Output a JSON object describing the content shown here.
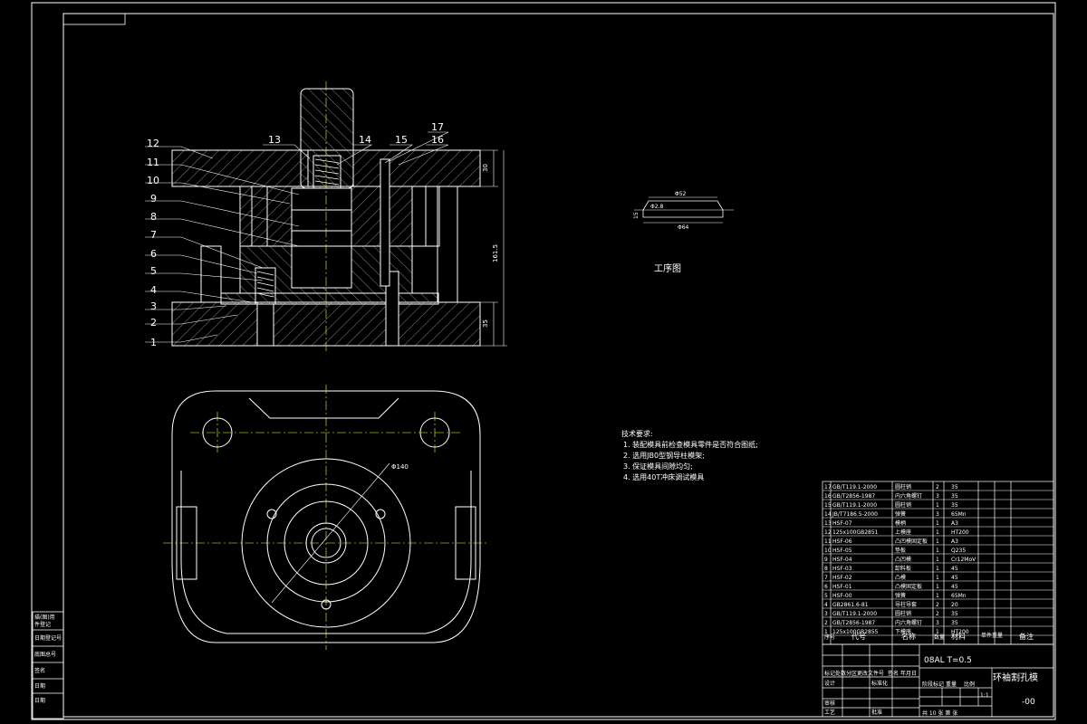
{
  "drawing": {
    "title_block": {
      "material_line": "08AL  T=0.5",
      "title": "环袖割孔模",
      "drawing_no": "-00",
      "scale": "1:1",
      "sheets": "共 10 张  第 张",
      "headers": {
        "seq": "序号",
        "code": "代号",
        "name": "名称",
        "qty": "数量",
        "material": "材料",
        "unit_weight": "单件重量",
        "remark": "备注"
      },
      "sign_rows": [
        "标记",
        "处数",
        "分区",
        "更改文件号",
        "签名",
        "年月日"
      ],
      "roles": [
        "设计",
        "标准化",
        "审核",
        "工艺",
        "批准"
      ],
      "stage_labels": [
        "阶段标记",
        "重量",
        "比例"
      ]
    },
    "bom": [
      {
        "no": "17",
        "code": "GB/T119.1-2000",
        "name": "圆柱销",
        "qty": "2",
        "material": "35"
      },
      {
        "no": "16",
        "code": "GB/T2856-1987",
        "name": "内六角螺钉",
        "qty": "3",
        "material": "35"
      },
      {
        "no": "15",
        "code": "GB/T119.1-2000",
        "name": "圆柱销",
        "qty": "1",
        "material": "35"
      },
      {
        "no": "14",
        "code": "JB/T7186.5-2000",
        "name": "弹簧",
        "qty": "3",
        "material": "65Mn"
      },
      {
        "no": "13",
        "code": "HSF-07",
        "name": "模柄",
        "qty": "1",
        "material": "A3"
      },
      {
        "no": "12",
        "code": "125x100GB2851",
        "name": "上模座",
        "qty": "1",
        "material": "HT200"
      },
      {
        "no": "11",
        "code": "HSF-06",
        "name": "凸凹模固定板",
        "qty": "1",
        "material": "A3"
      },
      {
        "no": "10",
        "code": "HSF-05",
        "name": "垫板",
        "qty": "1",
        "material": "Q235"
      },
      {
        "no": "9",
        "code": "HSF-04",
        "name": "凸凹模",
        "qty": "1",
        "material": "Cr12MoV"
      },
      {
        "no": "8",
        "code": "HSF-03",
        "name": "卸料板",
        "qty": "1",
        "material": "45"
      },
      {
        "no": "7",
        "code": "HSF-02",
        "name": "凸模",
        "qty": "1",
        "material": "45"
      },
      {
        "no": "6",
        "code": "HSF-01",
        "name": "凸模固定板",
        "qty": "1",
        "material": "45"
      },
      {
        "no": "5",
        "code": "HSF-00",
        "name": "弹簧",
        "qty": "1",
        "material": "65Mn"
      },
      {
        "no": "4",
        "code": "GB2861.6-81",
        "name": "导柱导套",
        "qty": "2",
        "material": "20"
      },
      {
        "no": "3",
        "code": "GB/T119.1-2000",
        "name": "圆柱销",
        "qty": "2",
        "material": "35"
      },
      {
        "no": "2",
        "code": "GB/T2856-1987",
        "name": "内六角螺钉",
        "qty": "3",
        "material": "35"
      },
      {
        "no": "1",
        "code": "125x100GB2855",
        "name": "下模座",
        "qty": "1",
        "material": "HT200"
      }
    ],
    "notes": {
      "heading": "技术要求:",
      "items": [
        "1. 装配模具前检查模具零件是否符合图纸;",
        "2. 选用JB0型钢导柱模架;",
        "3. 保证模具间隙均匀;",
        "4. 选用40T冲床调试模具"
      ]
    },
    "process_label": "工序图",
    "dims": {
      "d_phi": "Φ140",
      "h_total": "161.5",
      "h_top": "30",
      "h_bot": "35",
      "p_top": "Φ52",
      "p_mid": "Φ2.8",
      "p_bot": "Φ64",
      "p_h": "15"
    },
    "callouts": [
      "1",
      "2",
      "3",
      "4",
      "5",
      "6",
      "7",
      "8",
      "9",
      "10",
      "11",
      "12",
      "13",
      "14",
      "15",
      "16",
      "17"
    ],
    "left_stamps": [
      "描(图)用",
      "件登记",
      "日期登记号",
      "底图总号",
      "签名",
      "日期",
      "日期"
    ]
  }
}
